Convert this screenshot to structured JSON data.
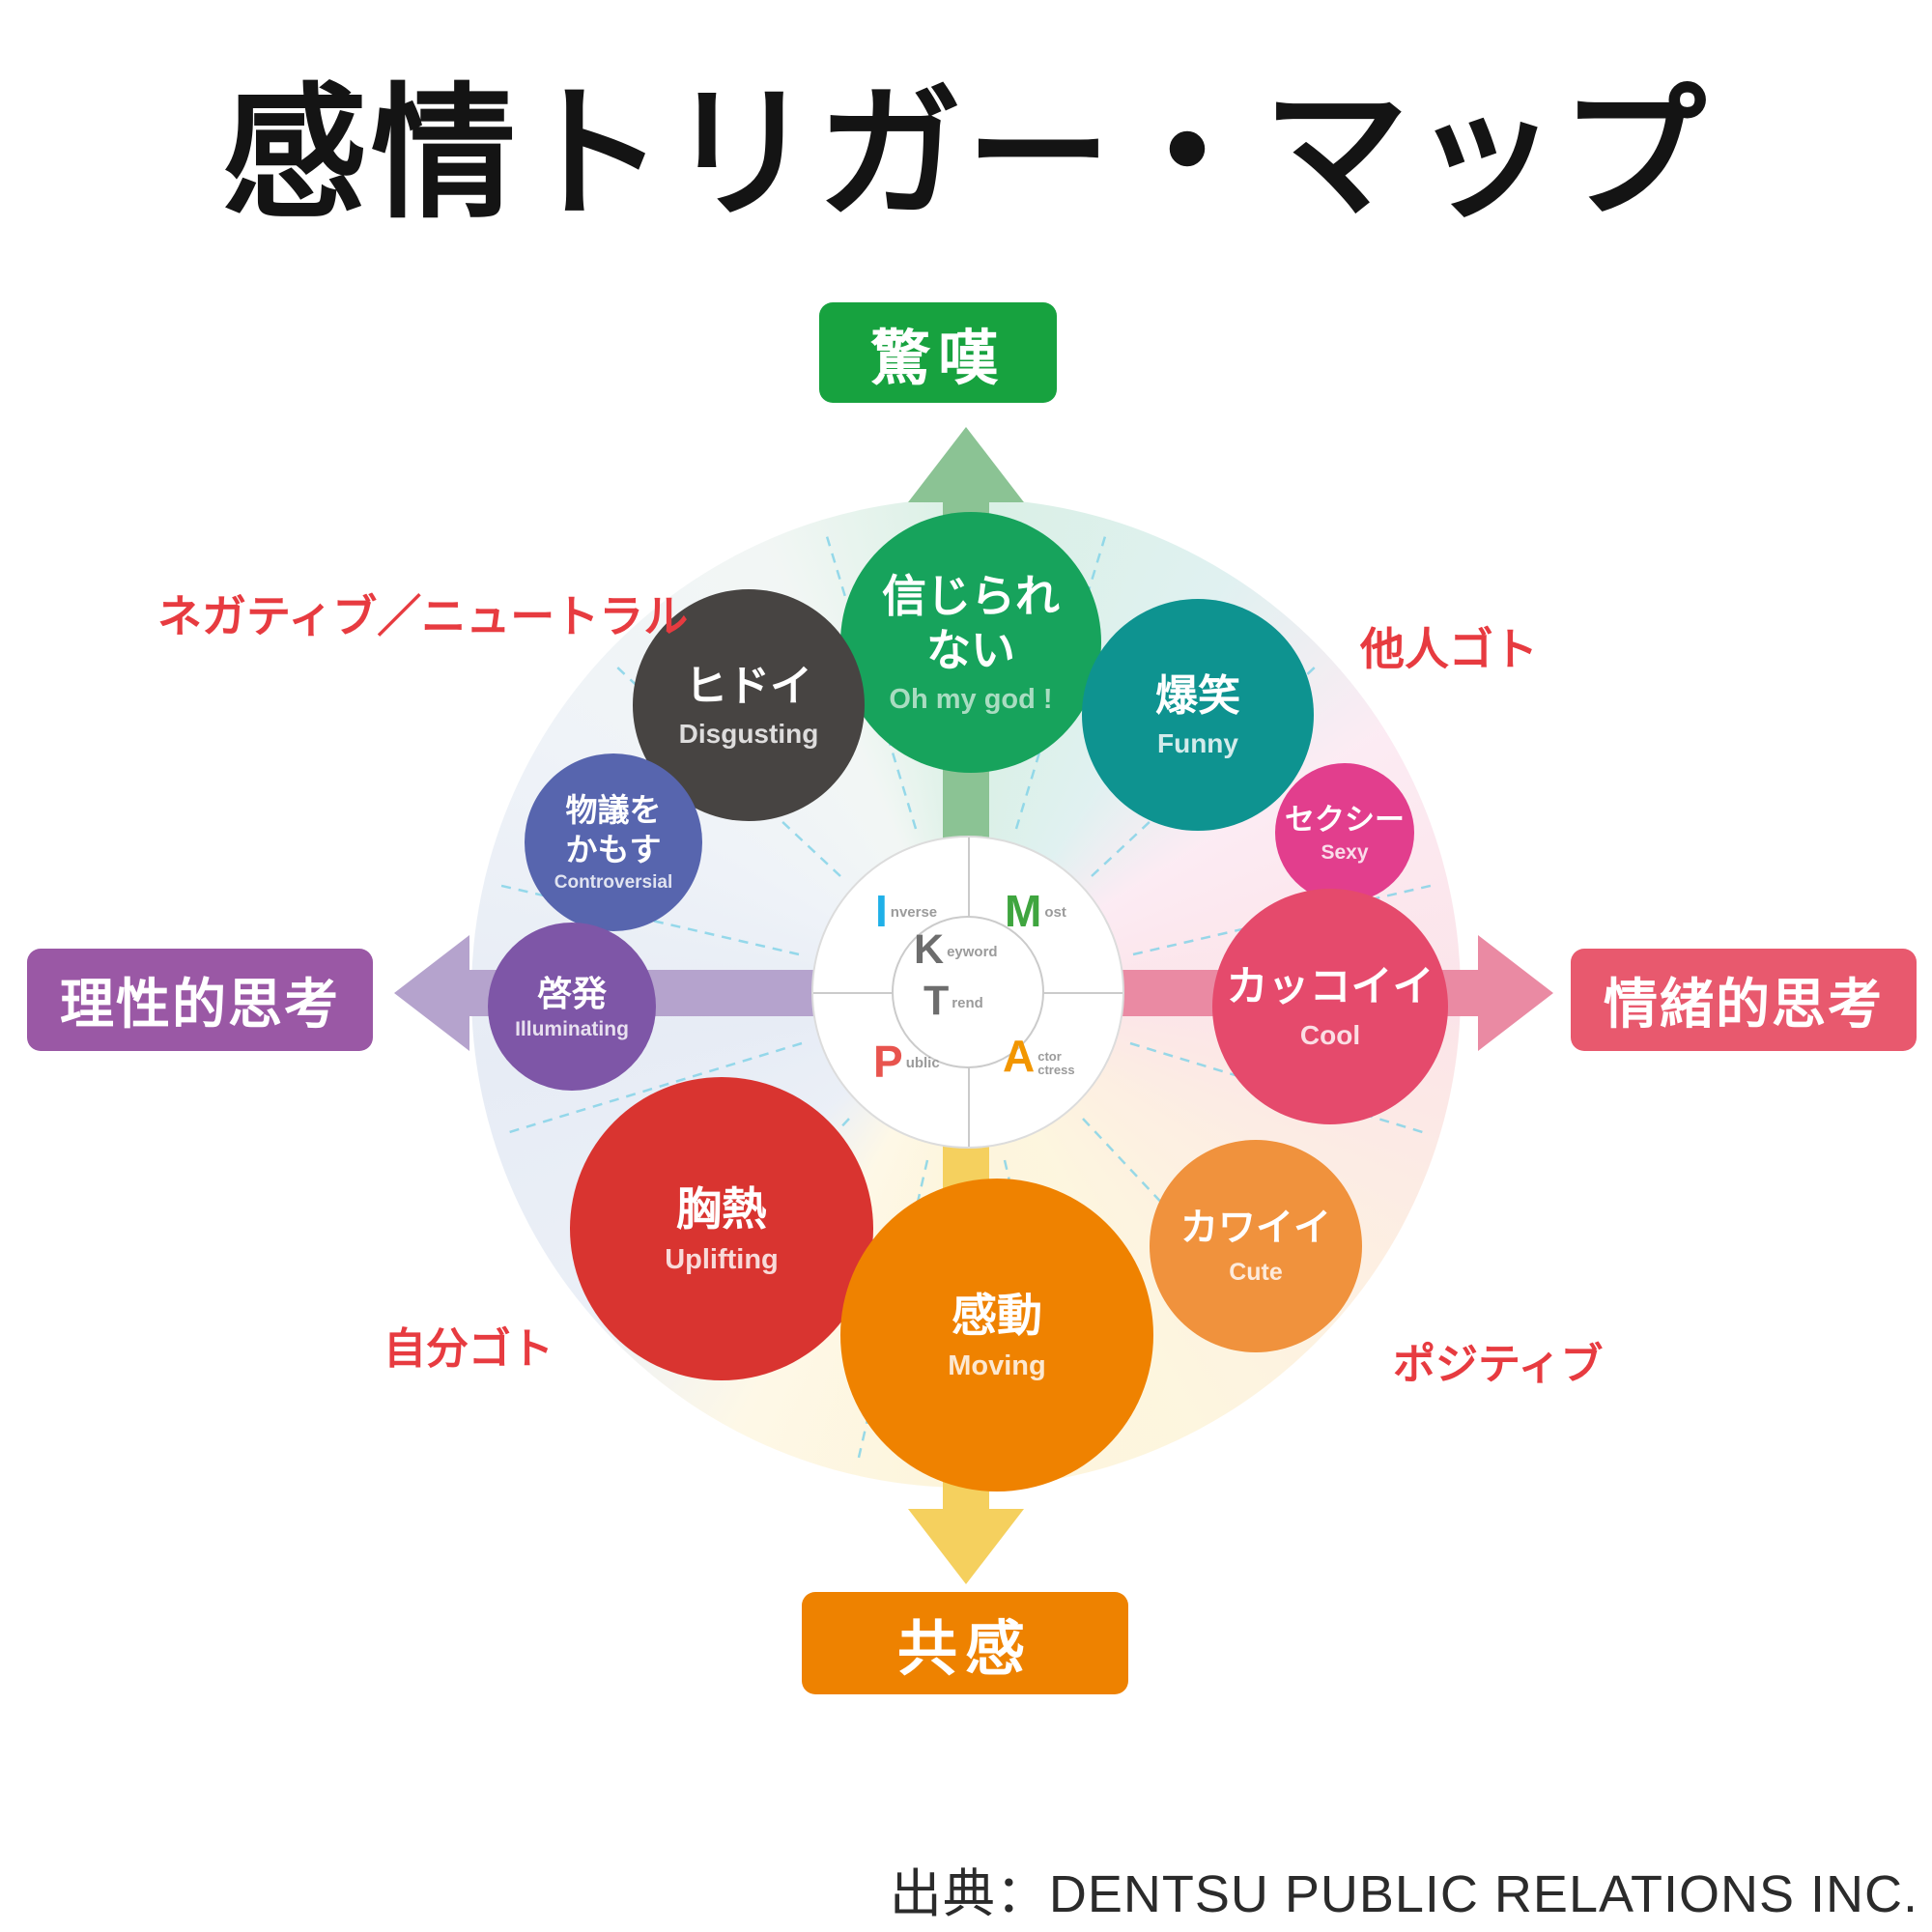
{
  "title": "感情トリガー・マップ",
  "source_note": "出典：DENTSU PUBLIC RELATIONS INC.",
  "axis_badges": {
    "top": {
      "label": "驚嘆",
      "badge_color": "#17a23f",
      "arrow_color": "#8bc394"
    },
    "bottom": {
      "label": "共感",
      "badge_color": "#ee8200",
      "arrow_color": "#f5d05e"
    },
    "left": {
      "label": "理性的思考",
      "badge_color": "#9a58a5",
      "arrow_color": "#b5a3cd"
    },
    "right": {
      "label": "情緒的思考",
      "badge_color": "#e8596e",
      "arrow_color": "#ea8aa3"
    }
  },
  "quadrant_labels": {
    "top_left": "ネガティブ／ニュートラル",
    "top_right": "他人ゴト",
    "bottom_left": "自分ゴト",
    "bottom_right": "ポジティブ",
    "color": "#e73b40"
  },
  "emotions": [
    {
      "jp1": "信じられ",
      "jp2": "ない",
      "en": "Oh my god !",
      "color": "#17a35c"
    },
    {
      "jp1": "ヒドイ",
      "jp2": "",
      "en": "Disgusting",
      "color": "#474442"
    },
    {
      "jp1": "爆笑",
      "jp2": "",
      "en": "Funny",
      "color": "#0e9390"
    },
    {
      "jp1": "セクシー",
      "jp2": "",
      "en": "Sexy",
      "color": "#e23e8d"
    },
    {
      "jp1": "物議を",
      "jp2": "かもす",
      "en": "Controversial",
      "color": "#5765ae"
    },
    {
      "jp1": "啓発",
      "jp2": "",
      "en": "Illuminating",
      "color": "#7e56a7"
    },
    {
      "jp1": "カッコイイ",
      "jp2": "",
      "en": "Cool",
      "color": "#e54a6c"
    },
    {
      "jp1": "胸熱",
      "jp2": "",
      "en": "Uplifting",
      "color": "#d93430"
    },
    {
      "jp1": "感動",
      "jp2": "",
      "en": "Moving",
      "color": "#ef8200"
    },
    {
      "jp1": "カワイイ",
      "jp2": "",
      "en": "Cute",
      "color": "#f0923d"
    }
  ],
  "center_model": {
    "items": [
      {
        "letter": "I",
        "rest": "nverse",
        "rest2": "",
        "color": "#1fb0e8"
      },
      {
        "letter": "M",
        "rest": "ost",
        "rest2": "",
        "color": "#3fa53f"
      },
      {
        "letter": "K",
        "rest": "eyword",
        "rest2": "",
        "color": "#6d6d6d"
      },
      {
        "letter": "T",
        "rest": "rend",
        "rest2": "",
        "color": "#6d6d6d"
      },
      {
        "letter": "P",
        "rest": "ublic",
        "rest2": "",
        "color": "#e8544e"
      },
      {
        "letter": "A",
        "rest": "ctor",
        "rest2": "ctress",
        "color": "#f29600"
      }
    ]
  }
}
